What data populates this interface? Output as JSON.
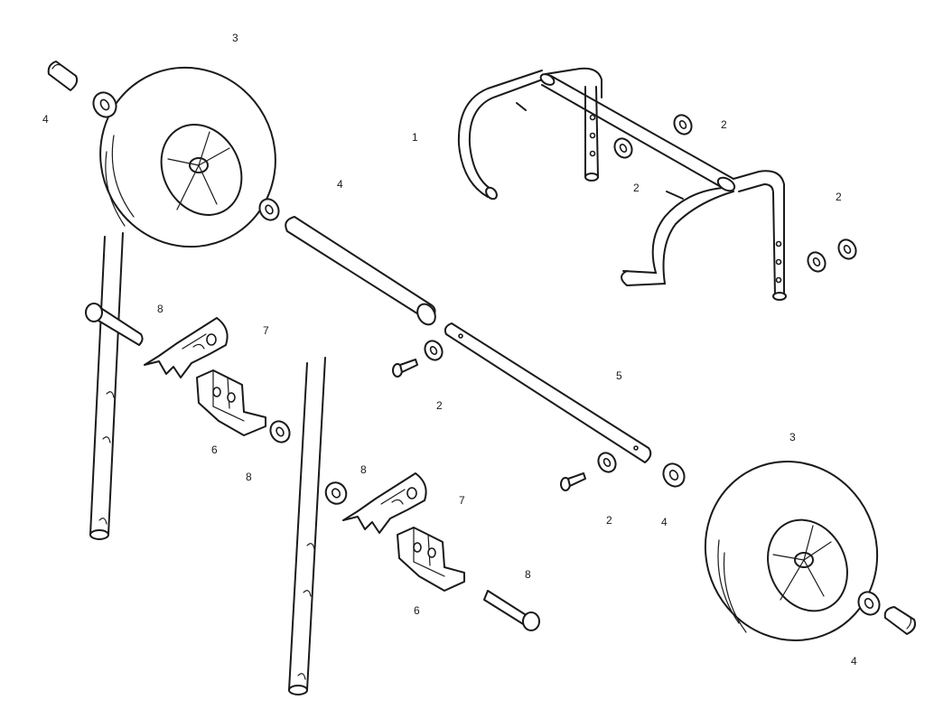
{
  "diagram": {
    "callouts": [
      {
        "id": "c-3-top",
        "text": "3"
      },
      {
        "id": "c-4-topleft",
        "text": "4"
      },
      {
        "id": "c-1",
        "text": "1"
      },
      {
        "id": "c-4-axle",
        "text": "4"
      },
      {
        "id": "c-2-a",
        "text": "2"
      },
      {
        "id": "c-2-b",
        "text": "2"
      },
      {
        "id": "c-2-c",
        "text": "2"
      },
      {
        "id": "c-8-a",
        "text": "8"
      },
      {
        "id": "c-7-a",
        "text": "7"
      },
      {
        "id": "c-5",
        "text": "5"
      },
      {
        "id": "c-2-d",
        "text": "2"
      },
      {
        "id": "c-6-a",
        "text": "6"
      },
      {
        "id": "c-8-b",
        "text": "8"
      },
      {
        "id": "c-8-c",
        "text": "8"
      },
      {
        "id": "c-7-b",
        "text": "7"
      },
      {
        "id": "c-3-bottom",
        "text": "3"
      },
      {
        "id": "c-2-e",
        "text": "2"
      },
      {
        "id": "c-4-mid",
        "text": "4"
      },
      {
        "id": "c-8-d",
        "text": "8"
      },
      {
        "id": "c-6-b",
        "text": "6"
      },
      {
        "id": "c-4-bottomright",
        "text": "4"
      }
    ]
  }
}
